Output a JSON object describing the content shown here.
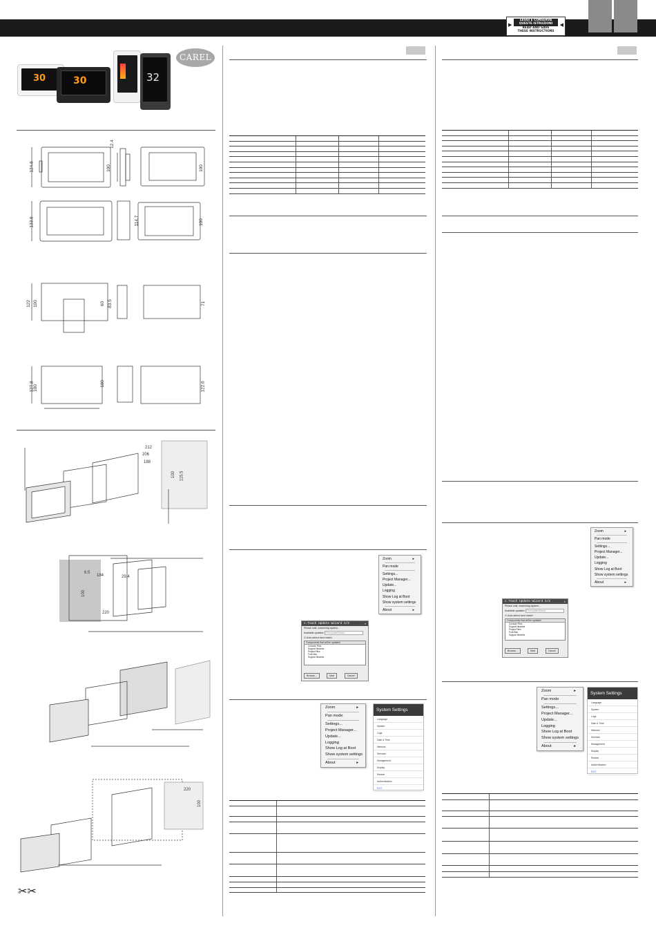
{
  "header": {
    "read_save_line1": "LEGGI E CONSERVA",
    "read_save_line2": "QUESTE ISTRUZIONI",
    "read_save_line3": "READ AND SAVE",
    "read_save_line4": "THESE INSTRUCTIONS"
  },
  "brand": {
    "logo_text": "CAREL"
  },
  "product": {
    "temp_a": "30",
    "temp_b": "30",
    "temp_c": "32"
  },
  "dimensions": {
    "d1_depth": "12.4",
    "d1_height": "124.6",
    "d1_inner": "100",
    "d1_side": "100",
    "d2_height": "133.9",
    "d2_depth": "114.7",
    "d2_side": "100",
    "d3_height": "122",
    "d3_inner": "100",
    "d3_a": "60",
    "d3_b": "83.5",
    "d3_c": "71",
    "d4_height": "127.8",
    "d4_inner": "100",
    "d4_side": "122.6"
  },
  "mount": {
    "m1_w1": "212",
    "m1_w2": "206",
    "m1_w3": "188",
    "m1_h1": "100",
    "m1_h2": "115.5",
    "m2_a": "6.5",
    "m2_b": "184",
    "m2_c": "29.4",
    "m2_d": "100",
    "m2_e": "220",
    "m4_a": "220",
    "m4_b": "100"
  },
  "menu": {
    "zoom": "Zoom",
    "pan_mode": "Pan mode",
    "settings": "Settings...",
    "project_manager": "Project Manager...",
    "update": "Update...",
    "logging": "Logging",
    "show_log_at_boot": "Show Log at Boot",
    "show_system_settings": "Show system settings",
    "about": "About"
  },
  "wizard": {
    "title": "c.Touch Update Wizard 1/2",
    "waiting": "Please wait, examining system...",
    "available": "Available updates:",
    "available_value": "Find update/Wizard",
    "auto_select": "Auto-select best match",
    "components_header": "Components that will be updated:",
    "components": [
      "Console Files",
      "Support libraries",
      "Project Files",
      "Font files",
      "Support libraries"
    ],
    "browse": "Browse...",
    "next": "Next",
    "cancel": "Cancel"
  },
  "system_settings": {
    "title": "System Settings",
    "items": [
      "Language",
      "System",
      "Logs",
      "Date & Time",
      "Network",
      "Services",
      "Management",
      "Display",
      "Restart",
      "Authentication"
    ],
    "exit": "EXIT"
  }
}
